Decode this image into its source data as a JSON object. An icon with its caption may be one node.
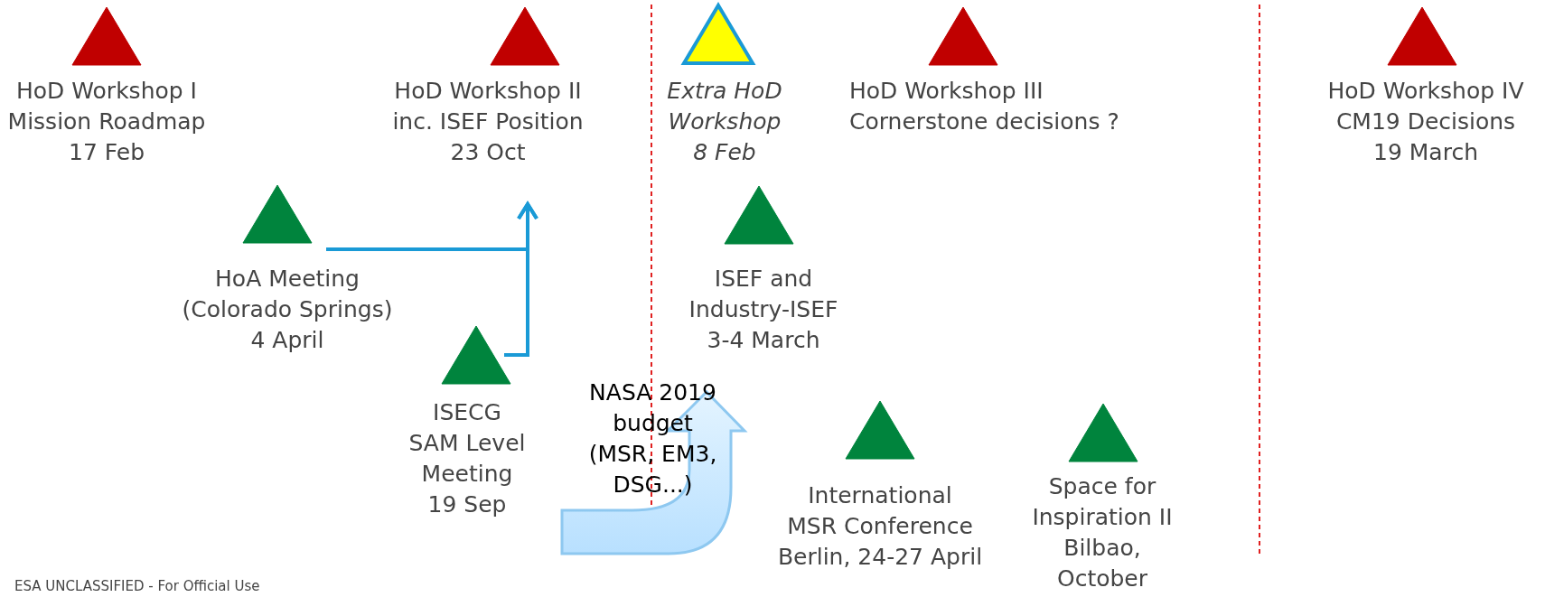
{
  "diagram": {
    "nodes": [
      {
        "text": [
          "HoD Workshop I",
          "Mission Roadmap",
          "17 Feb"
        ]
      },
      {
        "text": [
          "HoD Workshop II",
          "inc. ISEF Position",
          "23 Oct"
        ]
      },
      {
        "text": [
          "Extra HoD Workshop",
          "8 Feb"
        ]
      },
      {
        "text": [
          "HoD Workshop III",
          "Cornerstone decisions ?"
        ]
      },
      {
        "text": [
          "HoD Workshop IV",
          "CM19 Decisions",
          "19 March"
        ]
      },
      {
        "text": [
          "HoA Meeting",
          "(Colorado Springs)",
          "4 April"
        ]
      },
      {
        "text": [
          "ISECG SAM Level Meeting",
          "19 Sep"
        ]
      },
      {
        "text": [
          "ISEF and Industry-ISEF",
          "3-4 March"
        ]
      },
      {
        "text": [
          "NASA 2019 budget (MSR, EM3, DSG...)"
        ]
      },
      {
        "text": [
          "International MSR Conference",
          "Berlin, 24-27 April"
        ]
      },
      {
        "text": [
          "Space for Inspiration II",
          "Bilbao, October"
        ]
      }
    ],
    "edges": [
      {
        "from": 5,
        "to": 1,
        "arrow": "to"
      },
      {
        "from": 6,
        "to": 1,
        "arrow": "to"
      }
    ],
    "labels": [
      "ESA UNCLASSIFIED - For Official Use"
    ]
  }
}
